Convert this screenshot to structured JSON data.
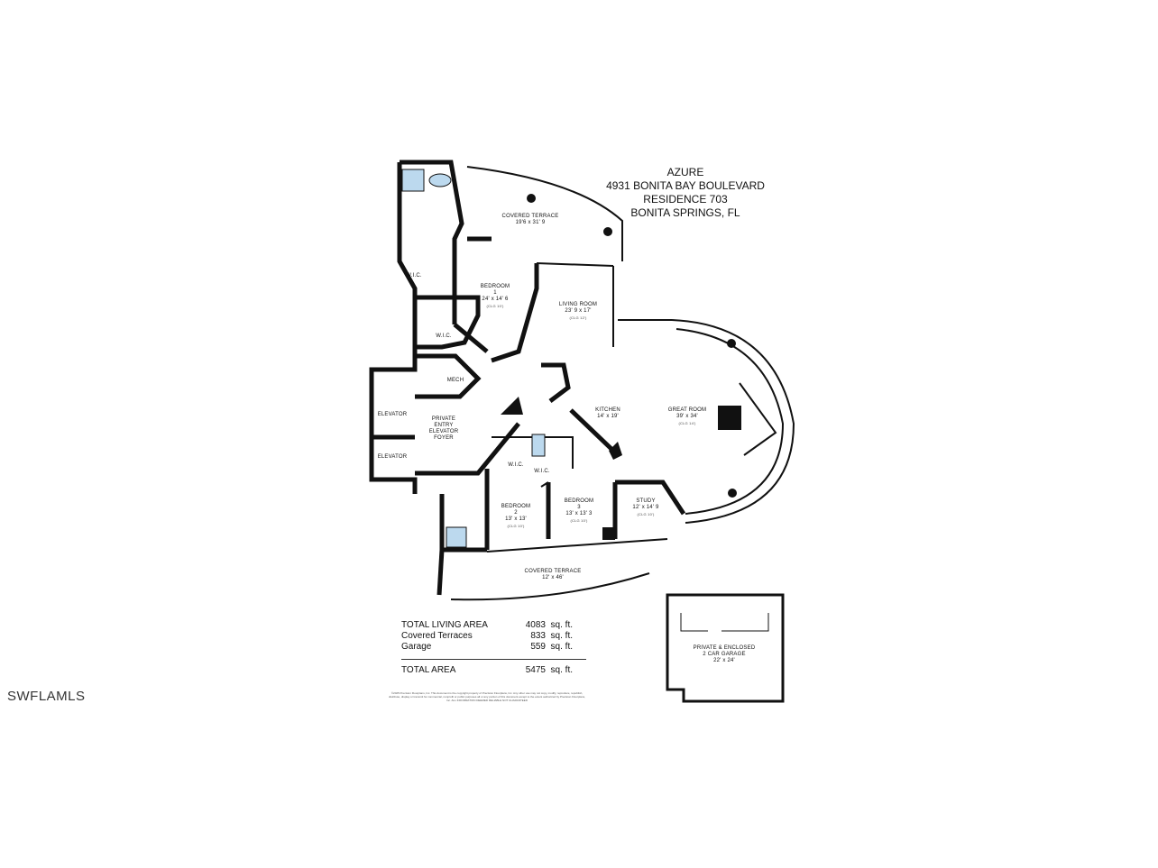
{
  "header": {
    "lines": [
      "AZURE",
      "4931 BONITA BAY BOULEVARD",
      "RESIDENCE 703",
      "BONITA SPRINGS, FL"
    ]
  },
  "rooms": {
    "terrace_top": {
      "name": "COVERED TERRACE",
      "dims": "19'6 x 31' 9"
    },
    "bedroom1": {
      "name": "BEDROOM",
      "num": "1",
      "dims": "24' x 14' 6",
      "clg": "(CLG 10')"
    },
    "living": {
      "name": "LIVING ROOM",
      "dims": "23' 9 x 17'",
      "clg": "(CLG 12')"
    },
    "wic1": {
      "name": "W.I.C."
    },
    "wic2": {
      "name": "W.I.C."
    },
    "mech": {
      "name": "MECH"
    },
    "foyer": {
      "name": "PRIVATE ENTRY ELEVATOR FOYER",
      "l1": "PRIVATE",
      "l2": "ENTRY",
      "l3": "ELEVATOR",
      "l4": "FOYER"
    },
    "elevator1": {
      "name": "ELEVATOR"
    },
    "elevator2": {
      "name": "ELEVATOR"
    },
    "kitchen": {
      "name": "KITCHEN",
      "dims": "14' x 19'"
    },
    "great": {
      "name": "GREAT ROOM",
      "dims": "39' x 34'",
      "clg": "(CLG 14')"
    },
    "wic3": {
      "name": "W.I.C."
    },
    "wic4": {
      "name": "W.I.C."
    },
    "bedroom2": {
      "name": "BEDROOM",
      "num": "2",
      "dims": "13' x 13'",
      "clg": "(CLG 10')"
    },
    "bedroom3": {
      "name": "BEDROOM",
      "num": "3",
      "dims": "13' x 13' 3",
      "clg": "(CLG 10')"
    },
    "study": {
      "name": "STUDY",
      "dims": "12' x 14' 9",
      "clg": "(CLG 10')"
    },
    "terrace_bottom": {
      "name": "COVERED TERRACE",
      "dims": "12' x 46'"
    },
    "garage": {
      "l1": "PRIVATE & ENCLOSED",
      "l2": "2 CAR GARAGE",
      "dims": "22' x 24'"
    }
  },
  "areas": [
    {
      "label": "TOTAL LIVING AREA",
      "value": "4083",
      "unit": "sq. ft."
    },
    {
      "label": "Covered Terraces",
      "value": "833",
      "unit": "sq. ft."
    },
    {
      "label": "Garage",
      "value": "559",
      "unit": "sq. ft."
    }
  ],
  "total": {
    "label": "TOTAL AREA",
    "value": "5475",
    "unit": "sq. ft."
  },
  "fine_print": "©2025 Precision Floorplans, Inc. This document is the copyright property of Precision Floorplans, Inc. Any other use may not copy, modify, reproduce, republish, distribute, display or transmit for commercial, nonprofit or public purposes all or any portion of this document except to the extent authorized by Precision Floorplans, Inc. ALL INFORMATION DEEMED RELIABLE NOT GUARANTEED",
  "watermark": "SWFLAMLS",
  "colors": {
    "wall": "#111111",
    "glass_fixture": "#bcd9ee"
  }
}
